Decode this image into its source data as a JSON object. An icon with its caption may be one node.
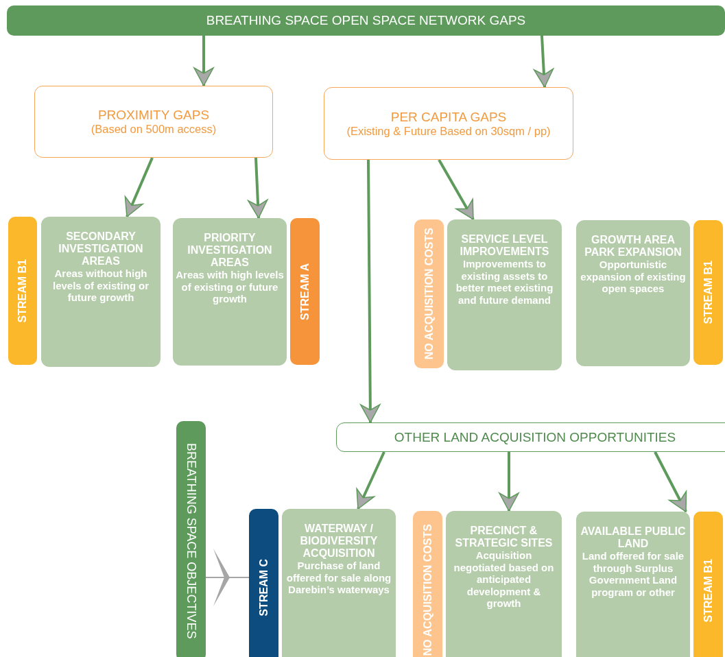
{
  "diagram": {
    "nodes": [
      {
        "text": [
          "BREATHING SPACE OPEN SPACE NETWORK GAPS"
        ]
      },
      {
        "text": [
          "PROXIMITY GAPS",
          "(Based on 500m access)"
        ]
      },
      {
        "text": [
          "PER CAPITA GAPS",
          "(Existing & Future Based on 30sqm / pp)"
        ]
      },
      {
        "text": [
          "STREAM B1"
        ]
      },
      {
        "text": [
          "SECONDARY INVESTIGATION AREAS",
          "Areas without high levels of existing or future growth"
        ]
      },
      {
        "text": [
          "PRIORITY INVESTIGATION AREAS",
          "Areas with high levels of existing or future growth"
        ]
      },
      {
        "text": [
          "STREAM A"
        ]
      },
      {
        "text": [
          "NO ACQUISITION COSTS"
        ]
      },
      {
        "text": [
          "SERVICE LEVEL IMPROVEMENTS",
          "Improvements to existing assets to better meet existing and future demand"
        ]
      },
      {
        "text": [
          "GROWTH AREA PARK EXPANSION",
          "Opportunistic expansion of existing open spaces"
        ]
      },
      {
        "text": [
          "STREAM B1"
        ]
      },
      {
        "text": [
          "BREATHING SPACE OBJECTIVES"
        ]
      },
      {
        "text": [
          "OTHER LAND ACQUISITION OPPORTUNITIES"
        ]
      },
      {
        "text": [
          "STREAM C"
        ]
      },
      {
        "text": [
          "WATERWAY / BIODIVERSITY ACQUISITION",
          "Purchase of land offered for sale along Darebin’s waterways"
        ]
      },
      {
        "text": [
          "NO ACQUISITION COSTS"
        ]
      },
      {
        "text": [
          "PRECINCT & STRATEGIC SITES",
          "Acquisition negotiated based on anticipated development & growth"
        ]
      },
      {
        "text": [
          "AVAILABLE PUBLIC LAND",
          "Land offered for sale through Surplus Government Land program or other"
        ]
      },
      {
        "text": [
          "STREAM B1"
        ]
      }
    ],
    "edges": [
      {
        "from": 0,
        "to": 1,
        "arrow": "to"
      },
      {
        "from": 0,
        "to": 2,
        "arrow": "to"
      },
      {
        "from": 1,
        "to": 4,
        "arrow": "to"
      },
      {
        "from": 1,
        "to": 5,
        "arrow": "to"
      },
      {
        "from": 2,
        "to": 8,
        "arrow": "to"
      },
      {
        "from": 2,
        "to": 12,
        "arrow": "to"
      },
      {
        "from": 11,
        "to": 13,
        "arrow": "to",
        "color": "#a6a6a6"
      },
      {
        "from": 12,
        "to": 14,
        "arrow": "to"
      },
      {
        "from": 12,
        "to": 16,
        "arrow": "to"
      },
      {
        "from": 12,
        "to": 17,
        "arrow": "to"
      }
    ]
  }
}
